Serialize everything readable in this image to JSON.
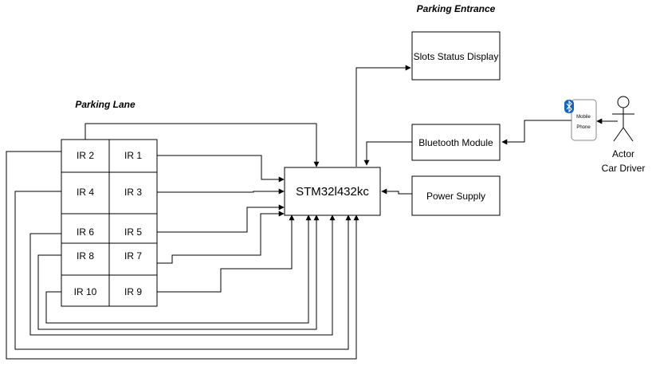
{
  "titles": {
    "parking_entrance": "Parking Entrance",
    "parking_lane": "Parking Lane"
  },
  "blocks": {
    "mcu": "STM32l432kc",
    "display": "Slots Status Display",
    "bluetooth": "Bluetooth Module",
    "power": "Power Supply"
  },
  "phone": {
    "line1": "Mobile",
    "line2": "Phone"
  },
  "actor": {
    "line1": "Actor",
    "line2": "Car Driver"
  },
  "sensors": {
    "ir1": "IR 1",
    "ir2": "IR 2",
    "ir3": "IR 3",
    "ir4": "IR 4",
    "ir5": "IR 5",
    "ir6": "IR 6",
    "ir7": "IR 7",
    "ir8": "IR 8",
    "ir9": "IR 9",
    "ir10": "IR 10"
  },
  "colors": {
    "stroke": "#000000",
    "phone_border": "#888888",
    "bluetooth_badge": "#1565c0"
  },
  "icons": {
    "bluetooth": "bluetooth-icon",
    "actor": "stick-figure-icon"
  }
}
